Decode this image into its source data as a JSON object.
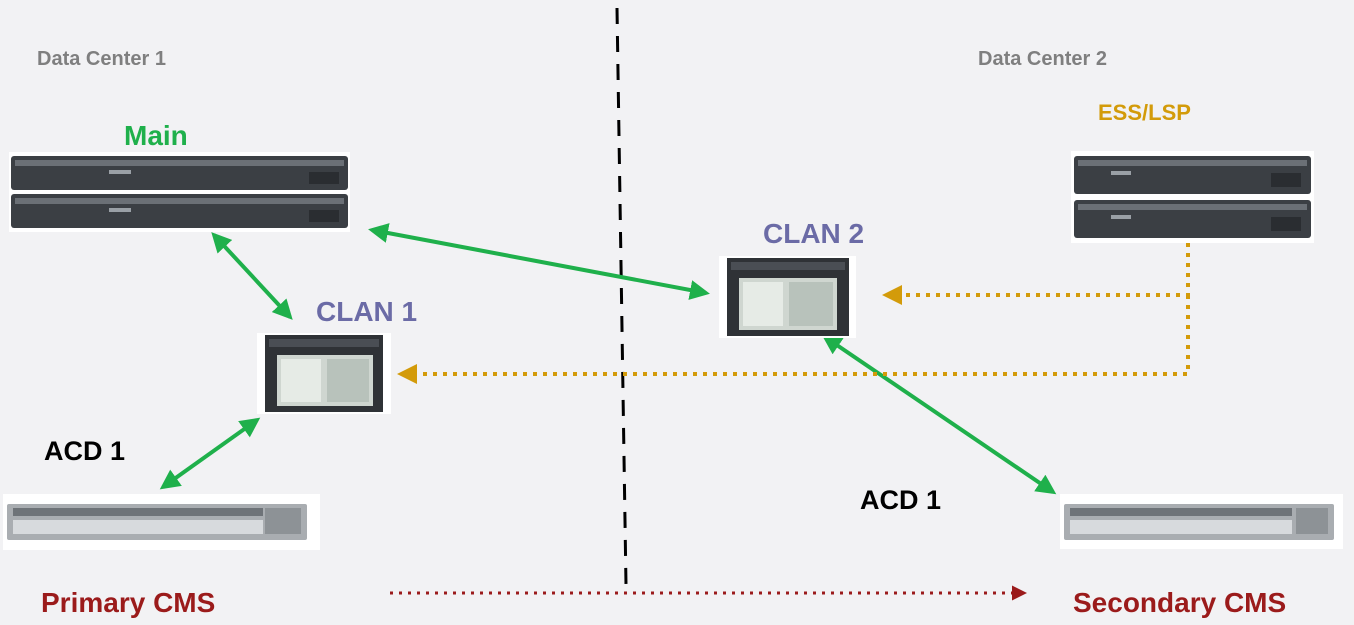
{
  "labels": {
    "dc1": "Data Center 1",
    "dc2": "Data Center 2",
    "main": "Main",
    "ess": "ESS/LSP",
    "clan1": "CLAN 1",
    "clan2": "CLAN 2",
    "acd_left": "ACD 1",
    "acd_right": "ACD 1",
    "primary_cms": "Primary CMS",
    "secondary_cms": "Secondary CMS"
  },
  "colors": {
    "green": "#1fb04b",
    "gold": "#d39b0a",
    "red": "#9b1b1b",
    "clan": "#6b6ba6",
    "dc": "#7f7f7f"
  }
}
